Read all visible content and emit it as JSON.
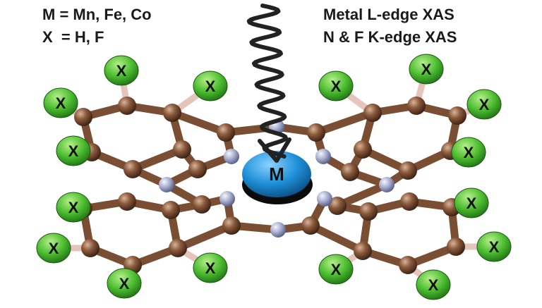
{
  "legend": {
    "metals": "M = Mn, Fe, Co",
    "substituents": "X  = H, F"
  },
  "techniques": {
    "metal": "Metal L-edge XAS",
    "ligand": "N & F K-edge XAS"
  },
  "center_label": "M",
  "substituent_label": "X",
  "colors": {
    "carbon": "#8a5a3c",
    "nitrogen": "#aab0d0",
    "metal": "#1e90d8",
    "substituent": "#4cbc30",
    "bond_cc": "#9c6b4c",
    "bond_cx": "#e8c8c0",
    "wave": "#222222"
  }
}
